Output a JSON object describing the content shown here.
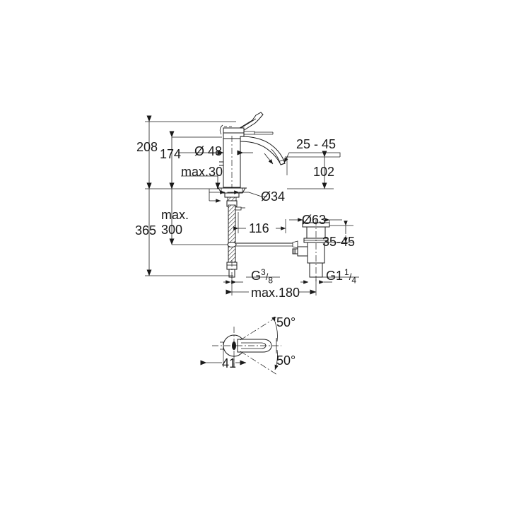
{
  "drawing": {
    "type": "technical-dimension-drawing",
    "subject": "single-lever basin mixer faucet with pop-up waste",
    "background_color": "#ffffff",
    "line_color": "#1a1a1a",
    "units": "mm",
    "views": [
      {
        "name": "elevation",
        "label": "side elevation with dimensions"
      },
      {
        "name": "plan",
        "label": "top plan view with swivel range"
      }
    ]
  },
  "dimensions": {
    "total_height": "208",
    "spout_height": "174",
    "max_deck_thickness": "max.30",
    "body_diameter": "Ø 48",
    "shank_diameter": "Ø34",
    "spout_reach_offset": "25 - 45",
    "spout_outlet_height": "102",
    "overall_below": "365",
    "max_hose_length": "max.\n300",
    "max_hose_length_line1": "max.",
    "max_hose_length_line2": "300",
    "shank_to_waste": "116",
    "waste_flange_diameter": "Ø63",
    "basin_thickness_range": "35-45",
    "supply_thread": "G",
    "supply_thread_num": "3",
    "supply_thread_den": "8",
    "waste_thread": "G1",
    "waste_thread_num": "1",
    "waste_thread_den": "4",
    "max_spread": "max.180",
    "plan_offset": "41",
    "swivel_angle_upper": "50°",
    "swivel_angle_lower": "50°"
  }
}
